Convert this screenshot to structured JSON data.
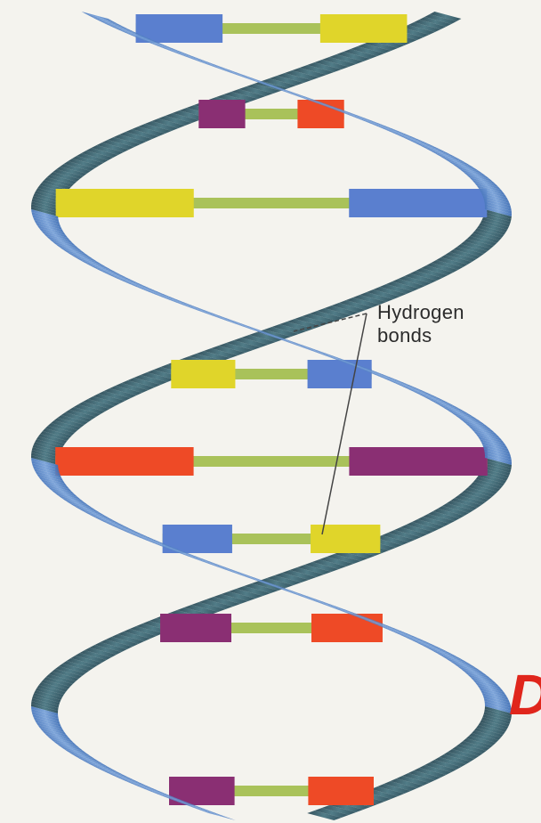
{
  "annotation": {
    "line1": "Hydrogen",
    "line2": "bonds"
  },
  "edge_text": "D",
  "colors": {
    "background": "#f4f3ee",
    "front_strand": "#5b86c6",
    "back_strand": "#2e5a6e",
    "bond": "#a9c25a",
    "base_red": "#ee4a26",
    "base_purple": "#8a2f73",
    "base_yellow": "#e0d52a",
    "base_blue": "#5a7fcf",
    "edge_text": "#e0261c",
    "leader_line": "#444444"
  },
  "base_pairs": [
    {
      "left": "base_blue",
      "right": "base_yellow"
    },
    {
      "left": "base_purple",
      "right": "base_red"
    },
    {
      "left": "base_yellow",
      "right": "base_blue"
    },
    {
      "left": "base_yellow",
      "right": "base_blue"
    },
    {
      "left": "base_red",
      "right": "base_purple"
    },
    {
      "left": "base_blue",
      "right": "base_yellow"
    },
    {
      "left": "base_purple",
      "right": "base_red"
    },
    {
      "left": "base_purple",
      "right": "base_red"
    }
  ]
}
